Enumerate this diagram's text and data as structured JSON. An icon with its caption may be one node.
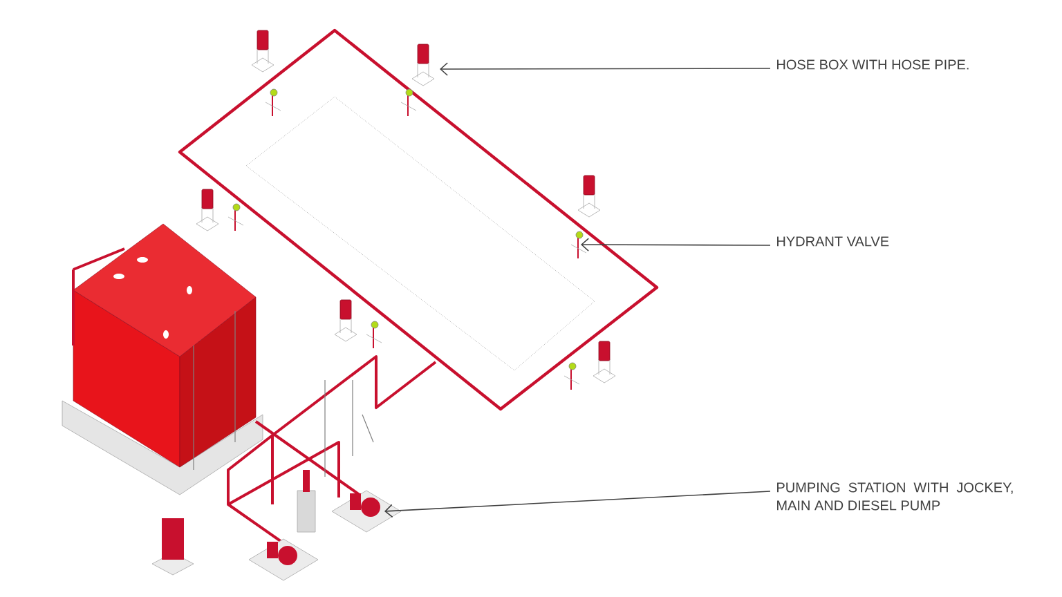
{
  "diagram": {
    "nodes": [
      {
        "text": [
          "HOSE BOX WITH HOSE PIPE."
        ]
      },
      {
        "text": [
          "HYDRANT VALVE"
        ]
      },
      {
        "text": [
          "PUMPING STATION WITH JOCKEY, MAIN AND DIESEL PUMP"
        ]
      }
    ],
    "edges": [
      {
        "from": 0,
        "to": null,
        "arrow": "to"
      },
      {
        "from": 1,
        "to": null,
        "arrow": "to"
      },
      {
        "from": 2,
        "to": null,
        "arrow": "to"
      }
    ]
  }
}
